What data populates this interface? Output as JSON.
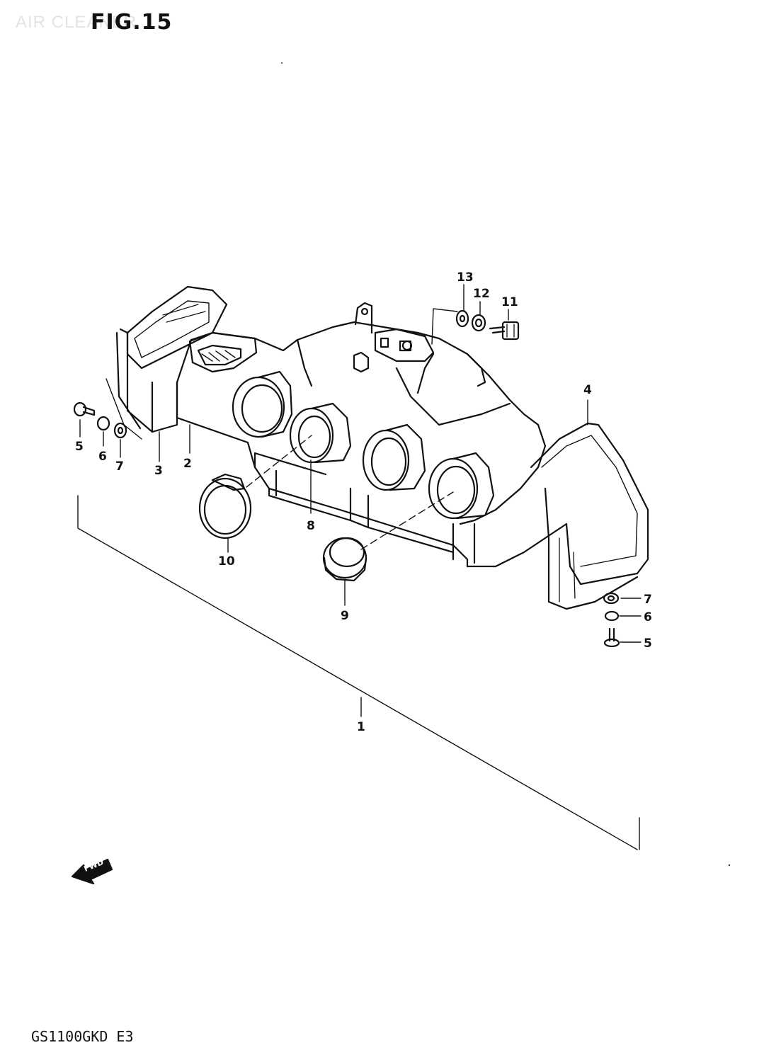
{
  "header": {
    "watermark": "AIR CLEANER",
    "figure": "FIG.15"
  },
  "model_code": "GS1100GKD  E3",
  "forward_marker": "FWD",
  "callouts": [
    {
      "id": "c1",
      "label": "1"
    },
    {
      "id": "c2",
      "label": "2"
    },
    {
      "id": "c3",
      "label": "3"
    },
    {
      "id": "c4",
      "label": "4"
    },
    {
      "id": "c5a",
      "label": "5"
    },
    {
      "id": "c6a",
      "label": "6"
    },
    {
      "id": "c7a",
      "label": "7"
    },
    {
      "id": "c5b",
      "label": "5"
    },
    {
      "id": "c6b",
      "label": "6"
    },
    {
      "id": "c7b",
      "label": "7"
    },
    {
      "id": "c8",
      "label": "8"
    },
    {
      "id": "c9",
      "label": "9"
    },
    {
      "id": "c10",
      "label": "10"
    },
    {
      "id": "c11",
      "label": "11"
    },
    {
      "id": "c12",
      "label": "12"
    },
    {
      "id": "c13",
      "label": "13"
    }
  ]
}
